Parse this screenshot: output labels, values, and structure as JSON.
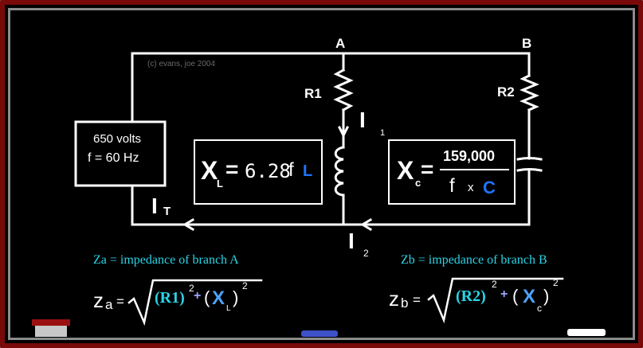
{
  "copyright": "(c) evans, joe 2004",
  "nodes": {
    "a": "A",
    "b": "B"
  },
  "source": {
    "voltage": "650 volts",
    "frequency": "f = 60 Hz"
  },
  "resistors": {
    "r1": "R1",
    "r2": "R2"
  },
  "currents": {
    "i1": {
      "main": "I",
      "sub": "1"
    },
    "i2": {
      "main": "I",
      "sub": "2"
    },
    "it": {
      "main": "I",
      "sub": "T"
    }
  },
  "xl_formula": {
    "symbol": "X",
    "sub": "L",
    "equals": "=",
    "coefficient": "6.28",
    "f": "f",
    "var": "L"
  },
  "xc_formula": {
    "symbol": "X",
    "sub": "c",
    "equals": "=",
    "numerator": "159,000",
    "f": "f",
    "times": "x",
    "var": "C"
  },
  "branch_a": {
    "caption": "Za = impedance of branch A",
    "lhs_z": "z",
    "lhs_sub": "a",
    "equals": "=",
    "term1": "(R1)",
    "exp1": "2",
    "plus": "+",
    "open": "(",
    "x": "X",
    "x_sub": "L",
    "close": ")",
    "exp2": "2"
  },
  "branch_b": {
    "caption": "Zb = impedance of branch B",
    "lhs_z": "z",
    "lhs_sub": "b",
    "equals": "=",
    "term1": "(R2)",
    "exp1": "2",
    "plus": "+",
    "open": "(",
    "x": "X",
    "x_sub": "c",
    "close": ")",
    "exp2": "2"
  },
  "colors": {
    "frame": "#7a0a0a",
    "board": "#000000",
    "cyan": "#2ad4e8",
    "blue": "#1e74ff",
    "wire": "#ffffff"
  }
}
